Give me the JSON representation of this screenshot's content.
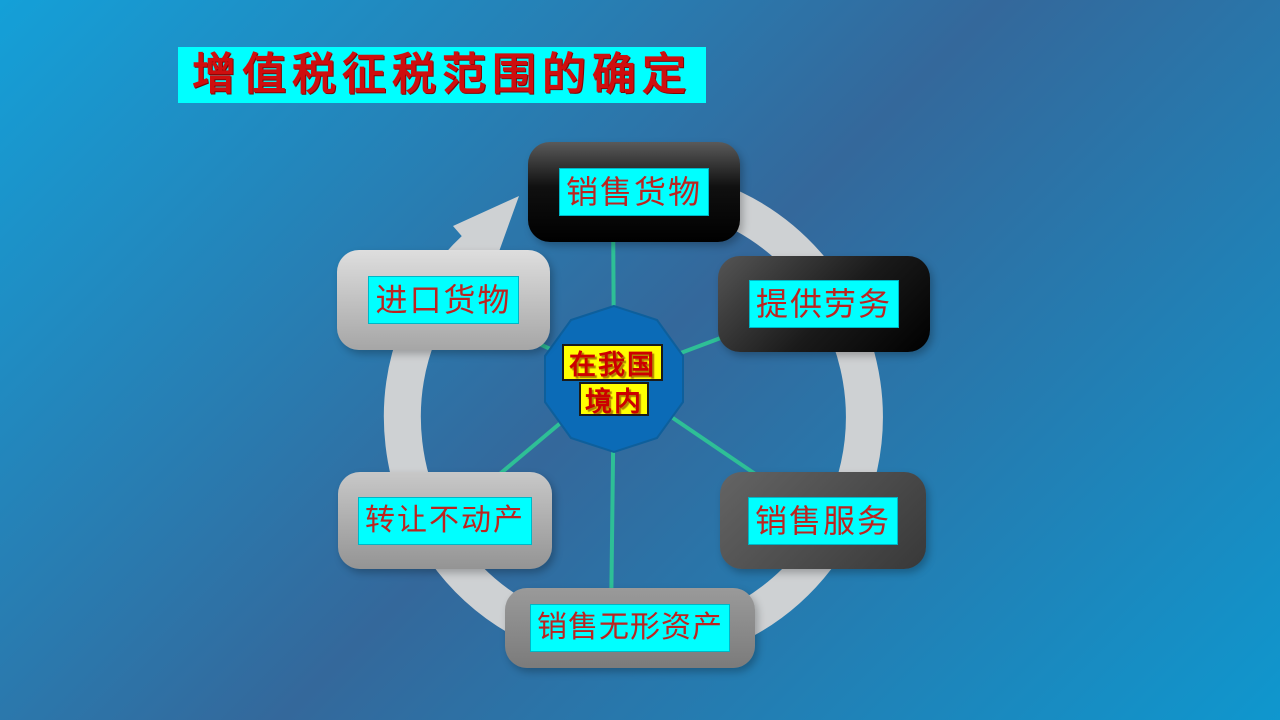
{
  "slide": {
    "title": "增值税征税范围的确定",
    "title_text_color": "#cf0e0e",
    "title_highlight_color": "#00ffff",
    "background_colors": [
      "#14a0d8",
      "#34689b",
      "#0f97ce"
    ]
  },
  "diagram": {
    "center": {
      "line1": "在我国",
      "line2": "境内",
      "shape": "decagon",
      "shape_fill": "#0b6bb7",
      "label_bg": "#ffff00",
      "label_text_color": "#cc0000"
    },
    "ring": {
      "color": "#ced1d3",
      "direction": "clockwise",
      "arrowhead": "top-left pointing north-east"
    },
    "connector_color": "#2ebf96",
    "nodes": [
      {
        "id": "sell-goods",
        "label": "销售货物",
        "position": "top",
        "fill": "black"
      },
      {
        "id": "provide-labor",
        "label": "提供劳务",
        "position": "upper-right",
        "fill": "dark-gray-to-black"
      },
      {
        "id": "sell-services",
        "label": "销售服务",
        "position": "lower-right",
        "fill": "dark-gray"
      },
      {
        "id": "sell-intangible",
        "label": "销售无形资产",
        "position": "bottom",
        "fill": "medium-gray"
      },
      {
        "id": "transfer-realestate",
        "label": "转让不动产",
        "position": "lower-left",
        "fill": "light-gray"
      },
      {
        "id": "import-goods",
        "label": "进口货物",
        "position": "upper-left",
        "fill": "silver"
      }
    ],
    "label_bg": "#00ffff",
    "label_text_color": "#bc2420"
  }
}
